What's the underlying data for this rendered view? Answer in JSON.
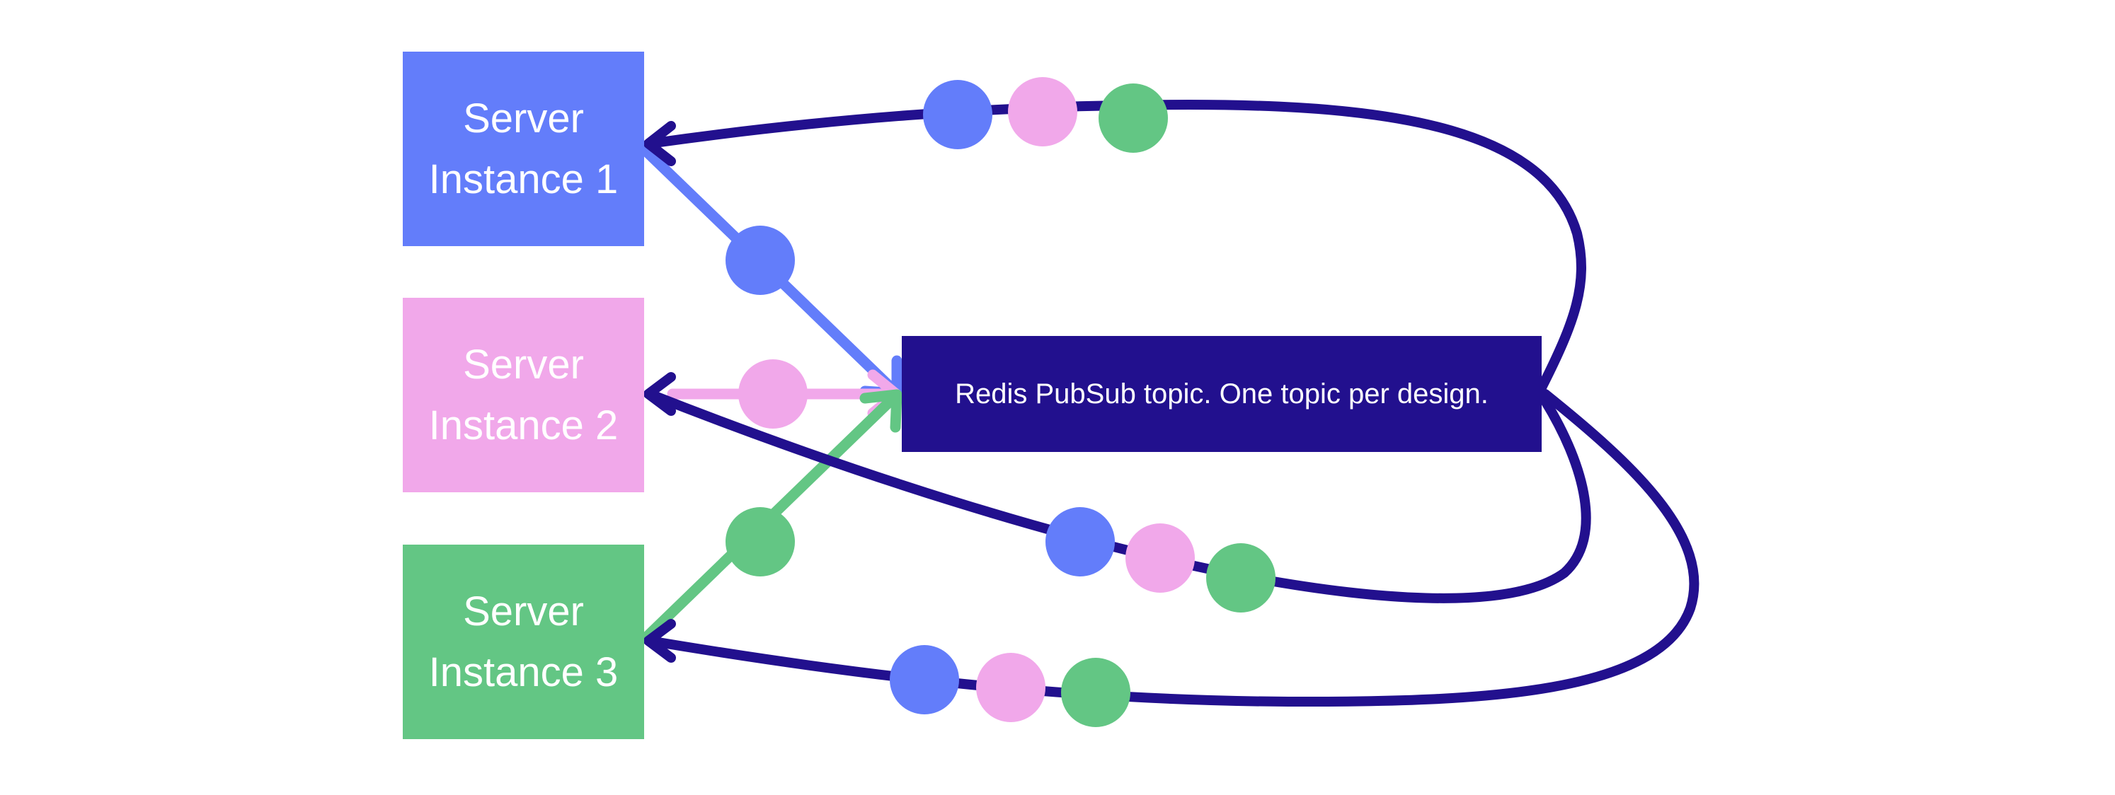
{
  "colors": {
    "server1": "#637dfa",
    "server2": "#f1a8ea",
    "server3": "#63c684",
    "topic": "#22108e",
    "text": "#ffffff"
  },
  "servers": [
    {
      "line1": "Server",
      "line2": "Instance 1"
    },
    {
      "line1": "Server",
      "line2": "Instance 2"
    },
    {
      "line1": "Server",
      "line2": "Instance 3"
    }
  ],
  "topic": {
    "label": "Redis PubSub topic. One topic per design."
  }
}
